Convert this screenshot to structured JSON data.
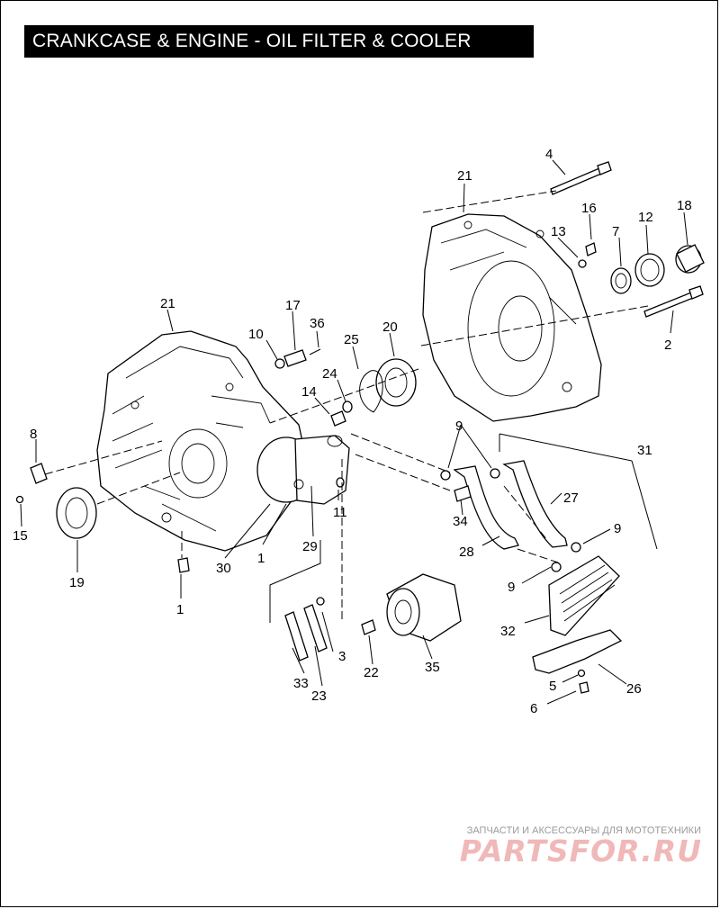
{
  "title": "CRANKCASE & ENGINE - OIL FILTER & COOLER",
  "callouts": {
    "c1a": "1",
    "c1b": "1",
    "c2": "2",
    "c3": "3",
    "c4": "4",
    "c5": "5",
    "c6": "6",
    "c7": "7",
    "c8": "8",
    "c9a": "9",
    "c9b": "9",
    "c9c": "9",
    "c10": "10",
    "c11": "11",
    "c12": "12",
    "c13": "13",
    "c14": "14",
    "c15": "15",
    "c16": "16",
    "c17": "17",
    "c18": "18",
    "c19": "19",
    "c20": "20",
    "c21a": "21",
    "c21b": "21",
    "c22": "22",
    "c23": "23",
    "c24": "24",
    "c25": "25",
    "c26": "26",
    "c27": "27",
    "c28": "28",
    "c29": "29",
    "c30": "30",
    "c31": "31",
    "c32": "32",
    "c33": "33",
    "c34": "34",
    "c35": "35",
    "c36": "36"
  },
  "watermark": {
    "tagline": "ЗАПЧАСТИ И АКСЕССУАРЫ ДЛЯ МОТОТЕХНИКИ",
    "brand": "PARTSFOR.RU"
  }
}
